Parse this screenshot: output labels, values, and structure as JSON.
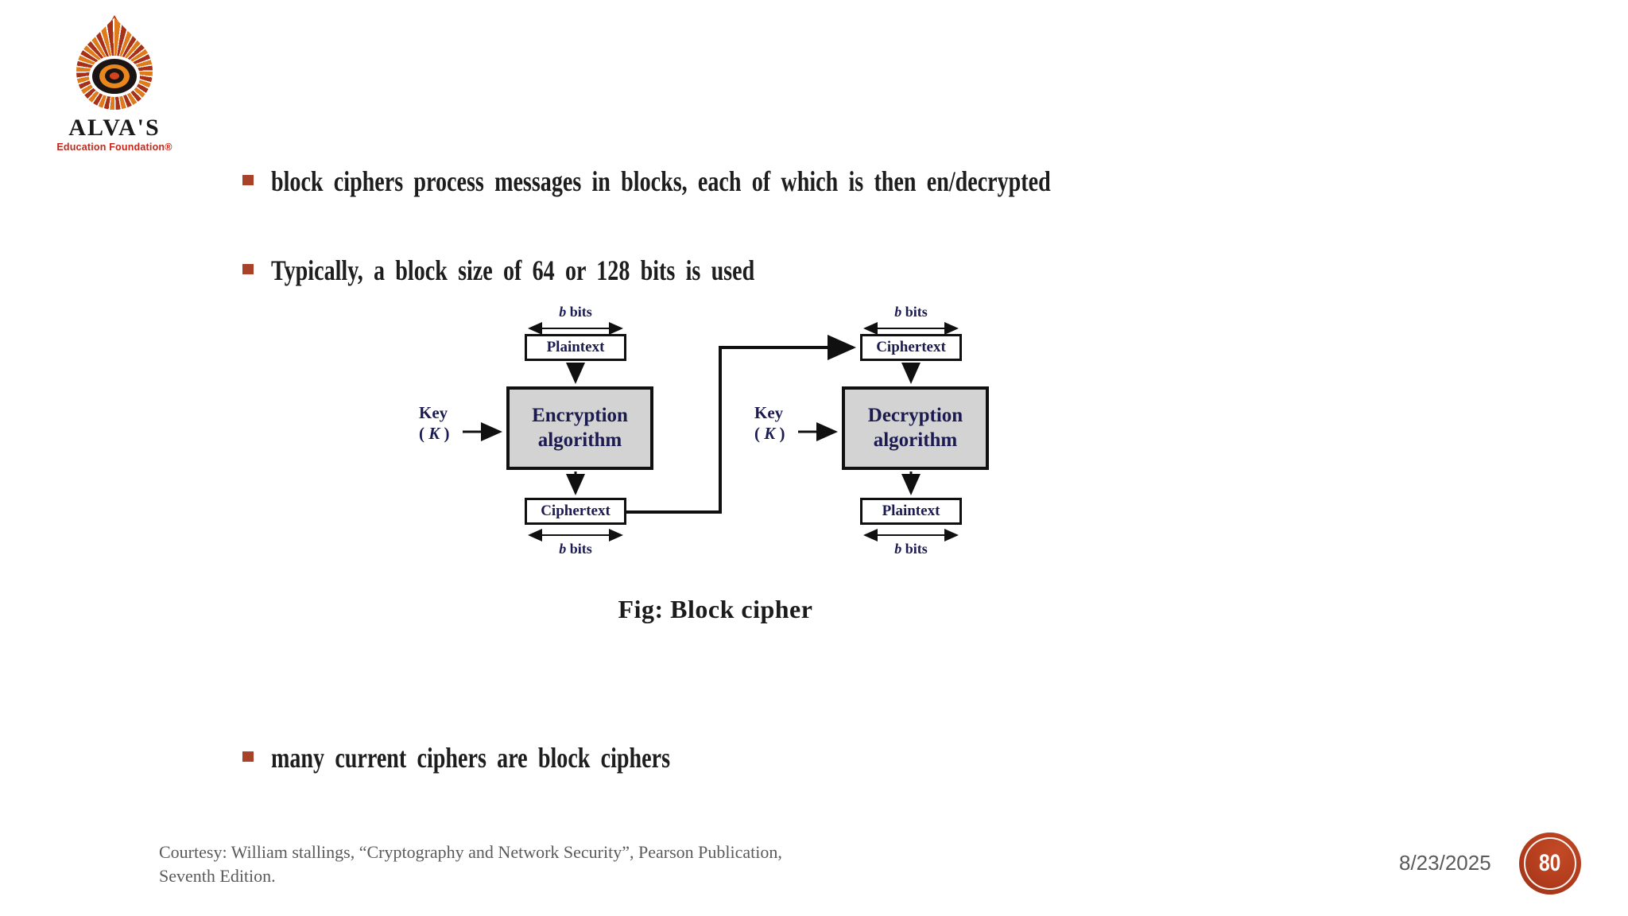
{
  "logo": {
    "title": "ALVA'S",
    "subtitle": "Education Foundation®"
  },
  "bullets": [
    "block ciphers process messages in blocks, each of which is then en/decrypted",
    "Typically, a block size of 64 or 128 bits is used",
    "many current ciphers are block ciphers"
  ],
  "figure": {
    "caption": "Fig: Block cipher",
    "left": {
      "top_width_label": "b bits",
      "input_box": "Plaintext",
      "key_label": "Key",
      "key_open": "( ",
      "key_var": "K",
      "key_close": " )",
      "process_line1": "Encryption",
      "process_line2": "algorithm",
      "output_box": "Ciphertext",
      "bottom_width_label": "b bits"
    },
    "right": {
      "top_width_label": "b bits",
      "input_box": "Ciphertext",
      "key_label": "Key",
      "key_open": "( ",
      "key_var": "K",
      "key_close": " )",
      "process_line1": "Decryption",
      "process_line2": "algorithm",
      "output_box": "Plaintext",
      "bottom_width_label": "b bits"
    }
  },
  "footer": {
    "courtesy_line1": "Courtesy: William stallings, “Cryptography and Network Security”, Pearson Publication,",
    "courtesy_line2": "Seventh Edition.",
    "date": "8/23/2025",
    "page_number": "80"
  },
  "colors": {
    "bullet": "#a8432a",
    "page_badge": "#b13c1d",
    "diagram_text": "#1b1b52",
    "body_text": "#1d1d1d",
    "muted_text": "#5a5a5a",
    "logo_red": "#c3281a"
  }
}
